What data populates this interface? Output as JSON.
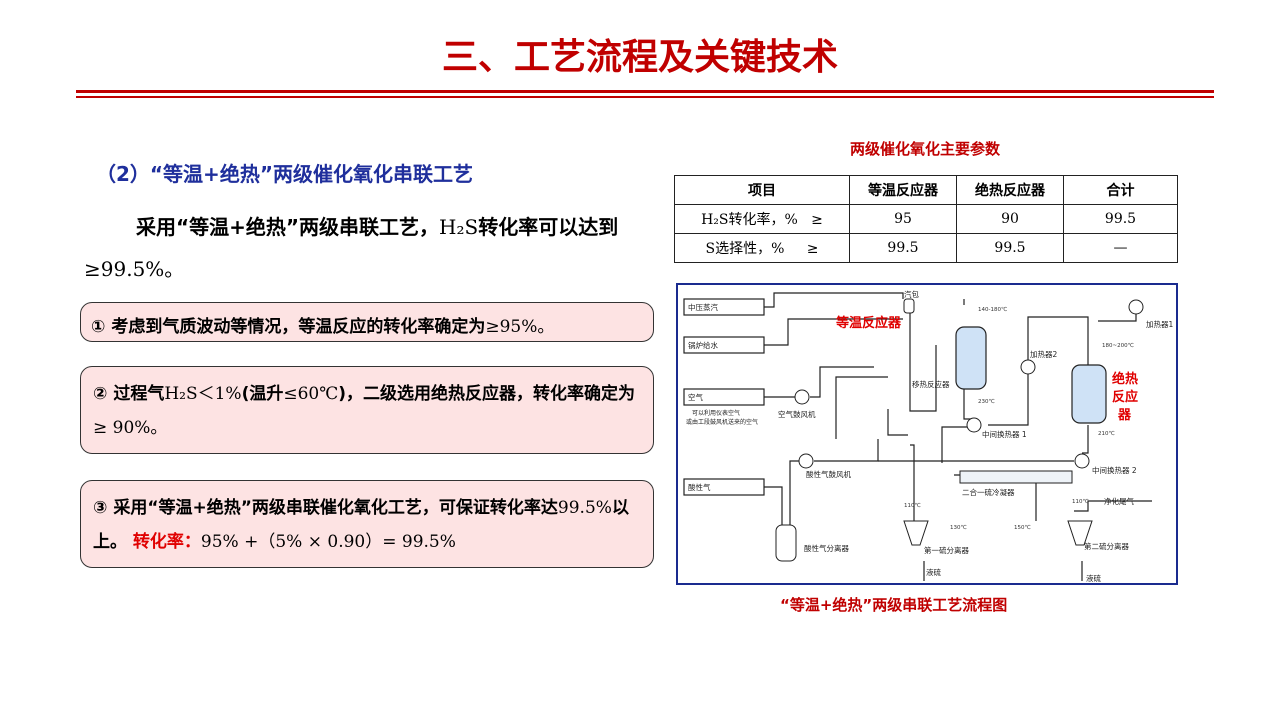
{
  "header": {
    "title": "三、工艺流程及关键技术"
  },
  "section": {
    "subtitle": "（2）“等温+绝热”两级催化氧化串联工艺",
    "intro_part1": "采用“等温+绝热”两级串联工艺，",
    "intro_h2s": "H₂S",
    "intro_part2": "转化率可以达到",
    "intro_value": "≥99.5%。"
  },
  "notes": [
    {
      "marker": "①",
      "text": "考虑到气质波动等情况，等温反应的转化率确定为",
      "value": "≥95%。"
    },
    {
      "marker": "②",
      "text1": "过程气",
      "h2s": "H₂S＜1%",
      "text2": "(温升",
      "temp": "≤60℃",
      "text3": ")，二级选用绝热反应器，转化率确定为",
      "value": "≥ 90%。"
    },
    {
      "marker": "③",
      "text1": "采用“等温+绝热”两级串联催化氧化工艺，可保证转化率达",
      "value": "99.5%",
      "text2": "以上。",
      "formula_label": "转化率：",
      "formula": "95% +（5% × 0.90）= 99.5%"
    }
  ],
  "table": {
    "title": "两级催化氧化主要参数",
    "headers": [
      "项目",
      "等温反应器",
      "绝热反应器",
      "合计"
    ],
    "rows": [
      {
        "item": "H₂S转化率，%",
        "op": "≥",
        "values": [
          "95",
          "90",
          "99.5"
        ]
      },
      {
        "item": "S选择性，%",
        "op": "≥",
        "values": [
          "99.5",
          "99.5",
          "—"
        ]
      }
    ]
  },
  "diagram": {
    "caption": "“等温+绝热”两级串联工艺流程图",
    "callout_iso": "等温反应器",
    "callout_adi": [
      "绝热",
      "反应",
      "器"
    ],
    "labels": {
      "mp_steam": "中压蒸汽",
      "boiler_water": "锅炉给水",
      "air": "空气",
      "air_note1": "可以利用仪表空气",
      "air_note2": "或由工段鼓风机送来的空气",
      "air_blower": "空气鼓风机",
      "acid_gas": "酸性气",
      "acid_blower": "酸性气鼓风机",
      "acid_separator": "酸性气分离器",
      "steam_drum": "汽包",
      "shift_reactor": "移热反应器",
      "mid_hx1": "中间换热器 1",
      "mid_hx2": "中间换热器 2",
      "heater1": "加热器1",
      "heater2": "加热器2",
      "condenser": "二合一硫冷凝器",
      "sep1": "第一硫分离器",
      "sep2": "第二硫分离器",
      "liquid_s1": "液硫",
      "liquid_s2": "液硫",
      "clean_tail": "净化尾气",
      "t_140_180": "140-180℃",
      "t_180_200": "180~200℃",
      "t_230": "230℃",
      "t_210": "210℃",
      "t_110a": "110℃",
      "t_130": "130℃",
      "t_150": "150℃",
      "t_110b": "110℃"
    }
  }
}
